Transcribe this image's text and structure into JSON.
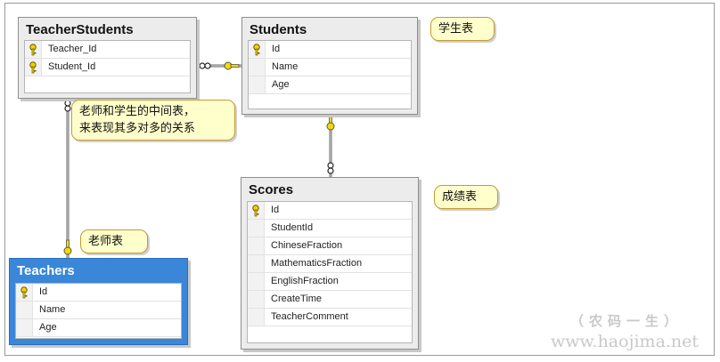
{
  "tables": {
    "teacher_students": {
      "title": "TeacherStudents",
      "fields": [
        {
          "name": "Teacher_Id",
          "key": true
        },
        {
          "name": "Student_Id",
          "key": true
        }
      ]
    },
    "students": {
      "title": "Students",
      "fields": [
        {
          "name": "Id",
          "key": true
        },
        {
          "name": "Name",
          "key": false
        },
        {
          "name": "Age",
          "key": false
        }
      ]
    },
    "scores": {
      "title": "Scores",
      "fields": [
        {
          "name": "Id",
          "key": true
        },
        {
          "name": "StudentId",
          "key": false
        },
        {
          "name": "ChineseFraction",
          "key": false
        },
        {
          "name": "MathematicsFraction",
          "key": false
        },
        {
          "name": "EnglishFraction",
          "key": false
        },
        {
          "name": "CreateTime",
          "key": false
        },
        {
          "name": "TeacherComment",
          "key": false
        }
      ]
    },
    "teachers": {
      "title": "Teachers",
      "fields": [
        {
          "name": "Id",
          "key": true
        },
        {
          "name": "Name",
          "key": false
        },
        {
          "name": "Age",
          "key": false
        }
      ]
    }
  },
  "notes": {
    "students": "学生表",
    "scores": "成绩表",
    "teachers": "老师表",
    "middle_line1": "老师和学生的中间表，",
    "middle_line2": "来表现其多对多的关系"
  },
  "watermark": {
    "line1": "（农码一生）",
    "line2": "www.haojima.net"
  },
  "colors": {
    "selected_header": "#3a86d9",
    "note_fill": "#ffffcc",
    "note_border": "#c69a33",
    "key_gold": "#e8c200"
  }
}
